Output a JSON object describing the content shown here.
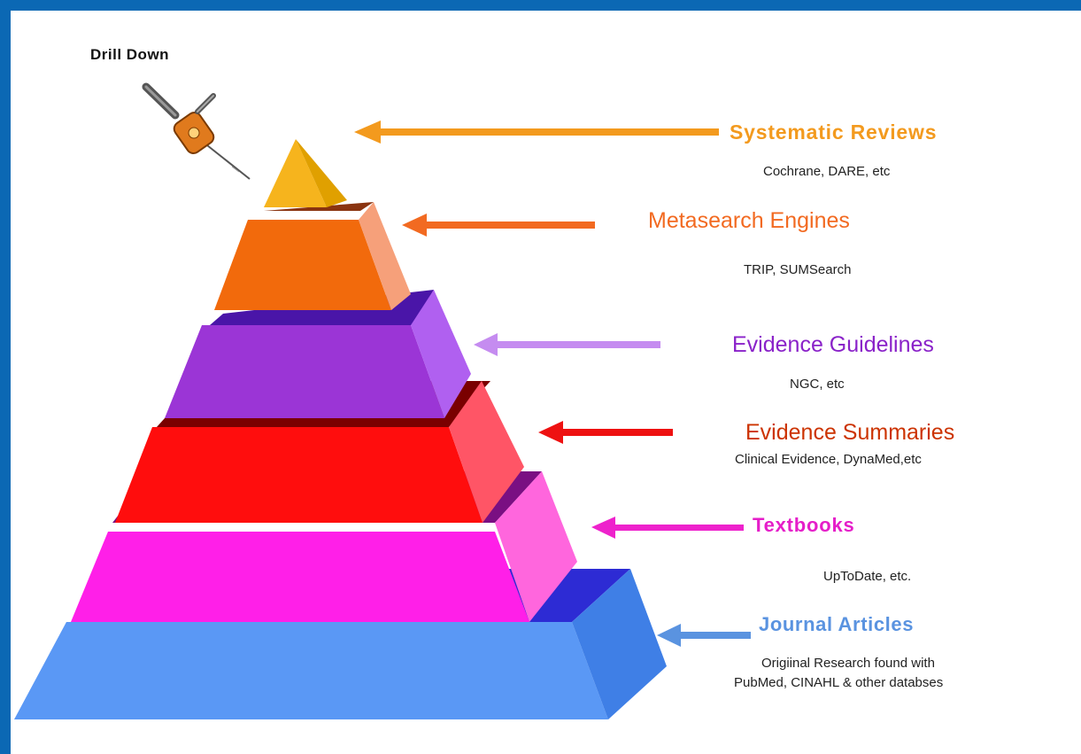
{
  "drill": {
    "label": "Drill Down",
    "icon": "drill-icon"
  },
  "levels": [
    {
      "key": "systematic-reviews",
      "title": "Systematic Reviews",
      "subtitle": "Cochrane, DARE, etc",
      "title_color": "#f39a1e",
      "arrow_color": "#f39a1e"
    },
    {
      "key": "metasearch-engines",
      "title": "Metasearch Engines",
      "subtitle": "TRIP, SUMSearch",
      "title_color": "#f26a21",
      "arrow_color": "#f26a21"
    },
    {
      "key": "evidence-guidelines",
      "title": "Evidence Guidelines",
      "subtitle": "NGC, etc",
      "title_color": "#8a22c9",
      "arrow_color": "#c58cf0"
    },
    {
      "key": "evidence-summaries",
      "title": "Evidence Summaries",
      "subtitle": "Clinical Evidence, DynaMed,etc",
      "title_color": "#cc3300",
      "arrow_color": "#ee1111"
    },
    {
      "key": "textbooks",
      "title": "Textbooks",
      "subtitle": "UpToDate, etc.",
      "title_color": "#e51ec9",
      "arrow_color": "#ee22cc"
    },
    {
      "key": "journal-articles",
      "title": "Journal Articles",
      "subtitle": "Origiinal Research found with PubMed, CINAHL & other databses",
      "subtitle_line1": "Origiinal Research found with",
      "subtitle_line2": "PubMed, CINAHL & other databses",
      "title_color": "#5a93e0",
      "arrow_color": "#5a93e0"
    }
  ],
  "colors": {
    "background_frame": "#0b68b4",
    "tier_apex": "#f6b41d",
    "tier_orange": "#f26a0c",
    "tier_purple": "#9b35d6",
    "tier_red": "#ff0d0d",
    "tier_magenta": "#ff1fe8",
    "tier_blue": "#5a98f5"
  }
}
